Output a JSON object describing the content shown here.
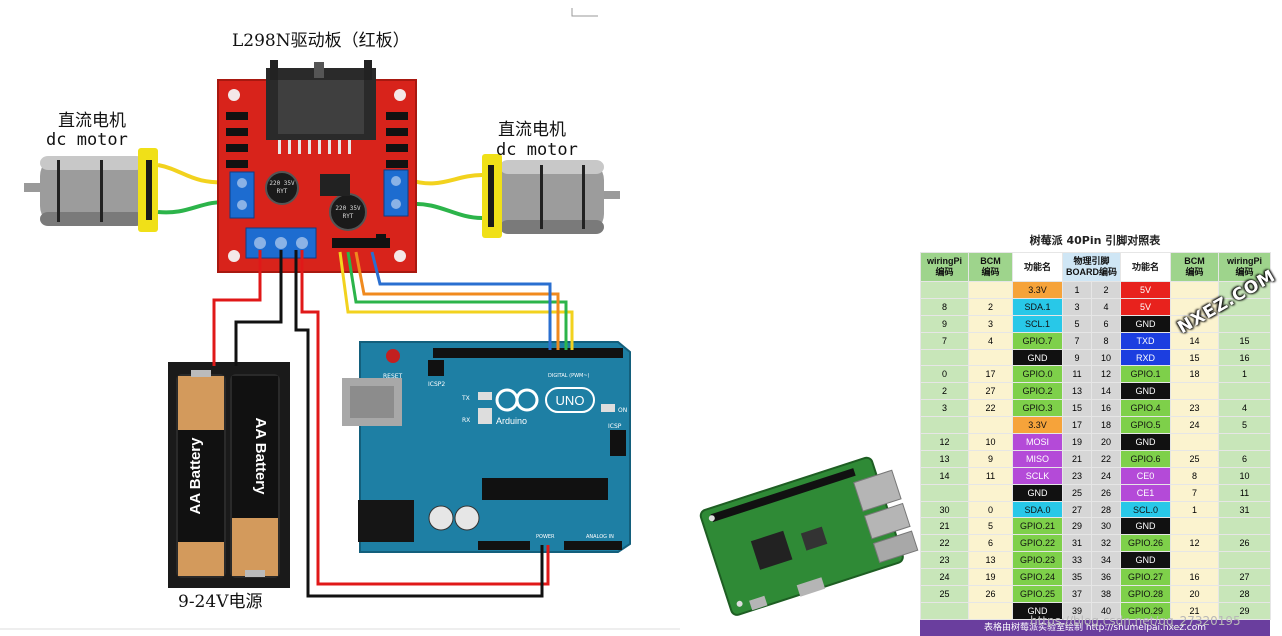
{
  "wiring_diagram": {
    "board_title": "L298N驱动板（红板）",
    "left_motor_cn": "直流电机",
    "left_motor_en": "dc motor",
    "right_motor_cn": "直流电机",
    "right_motor_en": "dc motor",
    "battery_label_1": "AA Battery",
    "battery_label_2": "AA Battery",
    "power_label": "9-24V电源",
    "capacitor_text": "220 35V RYT",
    "arduino_brand": "Arduino",
    "arduino_model": "UNO",
    "arduino_reset": "RESET",
    "arduino_icsp": "ICSP2",
    "arduino_icsp2": "ICSP",
    "arduino_digital": "DIGITAL (PWM~)",
    "arduino_power": "POWER",
    "arduino_analog": "ANALOG IN",
    "arduino_on": "ON",
    "arduino_tx": "TX",
    "arduino_rx": "RX",
    "wire_colors": {
      "red": "#e01818",
      "black": "#111111",
      "yellow": "#f2d21e",
      "green": "#2cb44a",
      "blue": "#2a6fd0",
      "orange": "#f08a1e"
    }
  },
  "pin_table": {
    "title": "树莓派 40Pin 引脚对照表",
    "headers": [
      "wiringPi\n编码",
      "BCM\n编码",
      "功能名",
      "物理引脚\nBOARD编码",
      "功能名",
      "BCM\n编码",
      "wiringPi\n编码"
    ],
    "rows": [
      [
        "",
        "",
        "3.3V",
        "1",
        "2",
        "5V",
        "",
        ""
      ],
      [
        "8",
        "2",
        "SDA.1",
        "3",
        "4",
        "5V",
        "",
        ""
      ],
      [
        "9",
        "3",
        "SCL.1",
        "5",
        "6",
        "GND",
        "",
        ""
      ],
      [
        "7",
        "4",
        "GPIO.7",
        "7",
        "8",
        "TXD",
        "14",
        "15"
      ],
      [
        "",
        "",
        "GND",
        "9",
        "10",
        "RXD",
        "15",
        "16"
      ],
      [
        "0",
        "17",
        "GPIO.0",
        "11",
        "12",
        "GPIO.1",
        "18",
        "1"
      ],
      [
        "2",
        "27",
        "GPIO.2",
        "13",
        "14",
        "GND",
        "",
        ""
      ],
      [
        "3",
        "22",
        "GPIO.3",
        "15",
        "16",
        "GPIO.4",
        "23",
        "4"
      ],
      [
        "",
        "",
        "3.3V",
        "17",
        "18",
        "GPIO.5",
        "24",
        "5"
      ],
      [
        "12",
        "10",
        "MOSI",
        "19",
        "20",
        "GND",
        "",
        ""
      ],
      [
        "13",
        "9",
        "MISO",
        "21",
        "22",
        "GPIO.6",
        "25",
        "6"
      ],
      [
        "14",
        "11",
        "SCLK",
        "23",
        "24",
        "CE0",
        "8",
        "10"
      ],
      [
        "",
        "",
        "GND",
        "25",
        "26",
        "CE1",
        "7",
        "11"
      ],
      [
        "30",
        "0",
        "SDA.0",
        "27",
        "28",
        "SCL.0",
        "1",
        "31"
      ],
      [
        "21",
        "5",
        "GPIO.21",
        "29",
        "30",
        "GND",
        "",
        ""
      ],
      [
        "22",
        "6",
        "GPIO.22",
        "31",
        "32",
        "GPIO.26",
        "12",
        "26"
      ],
      [
        "23",
        "13",
        "GPIO.23",
        "33",
        "34",
        "GND",
        "",
        ""
      ],
      [
        "24",
        "19",
        "GPIO.24",
        "35",
        "36",
        "GPIO.27",
        "16",
        "27"
      ],
      [
        "25",
        "26",
        "GPIO.25",
        "37",
        "38",
        "GPIO.28",
        "20",
        "28"
      ],
      [
        "",
        "",
        "GND",
        "39",
        "40",
        "GPIO.29",
        "21",
        "29"
      ]
    ],
    "func_colors": {
      "3.3V": "#f6a33a",
      "5V": "#e8221d",
      "GND": "#111111",
      "SDA.1": "#28c8e8",
      "SCL.1": "#28c8e8",
      "SDA.0": "#28c8e8",
      "SCL.0": "#28c8e8",
      "TXD": "#1c3ee0",
      "RXD": "#1c3ee0",
      "MOSI": "#b44ad8",
      "MISO": "#b44ad8",
      "SCLK": "#b44ad8",
      "CE0": "#b44ad8",
      "CE1": "#b44ad8",
      "GPIO": "#7ed04a"
    },
    "footer": "表格由树莓派实验室绘制 http://shumeipai.nxez.com",
    "brand_stamp": "NXEZ.COM"
  },
  "watermark": "https://blog.csdn.net/qq_27320195"
}
